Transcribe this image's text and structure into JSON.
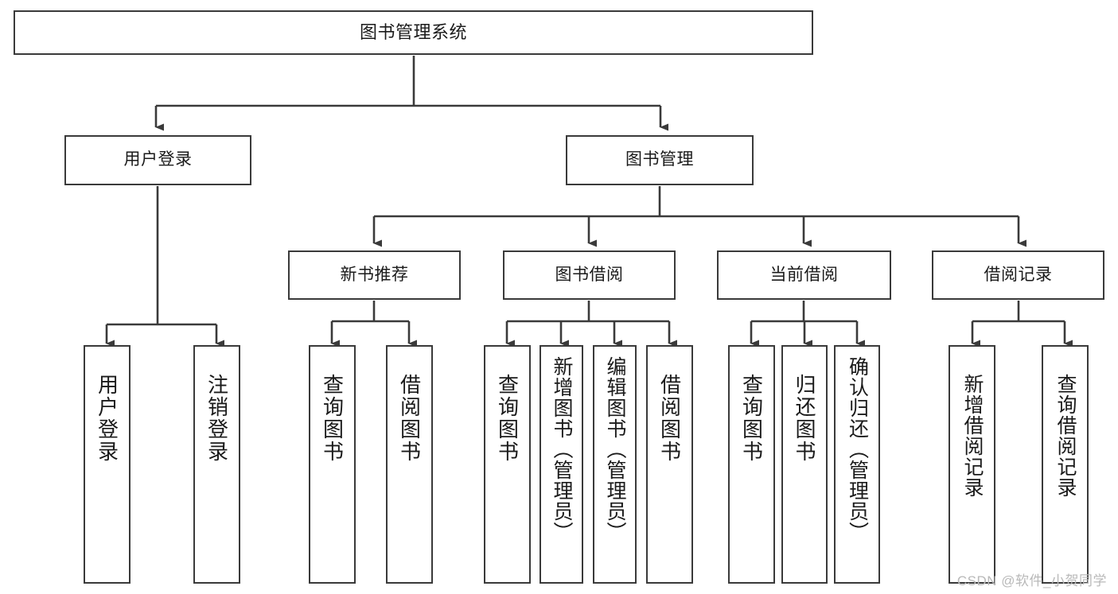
{
  "diagram": {
    "title": "图书管理系统",
    "type": "tree-hierarchy",
    "orientation": "top-down",
    "line_color": "#3a3a3a",
    "box_border_color": "#3a3a3a",
    "box_fill": "#ffffff",
    "text_color": "#1a1a1a"
  },
  "watermark": {
    "text": "CSDN @软件_小贺同学",
    "color": "#b9b9b9"
  },
  "nodes": {
    "root": {
      "label": "图书管理系统"
    },
    "level2": [
      {
        "label": "用户登录"
      },
      {
        "label": "图书管理"
      }
    ],
    "level3": [
      {
        "label": "新书推荐"
      },
      {
        "label": "图书借阅"
      },
      {
        "label": "当前借阅"
      },
      {
        "label": "借阅记录"
      }
    ],
    "leaves": {
      "user_login": [
        {
          "label": "用户登录"
        },
        {
          "label": "注销登录"
        }
      ],
      "new_book_recommend": [
        {
          "label": "查询图书"
        },
        {
          "label": "借阅图书"
        }
      ],
      "book_borrow": [
        {
          "label": "查询图书"
        },
        {
          "label": "新增图书（管理员）"
        },
        {
          "label": "编辑图书（管理员）"
        },
        {
          "label": "借阅图书"
        }
      ],
      "current_borrow": [
        {
          "label": "查询图书"
        },
        {
          "label": "归还图书"
        },
        {
          "label": "确认归还（管理员）"
        }
      ],
      "borrow_record": [
        {
          "label": "新增借阅记录"
        },
        {
          "label": "查询借阅记录"
        }
      ]
    }
  }
}
